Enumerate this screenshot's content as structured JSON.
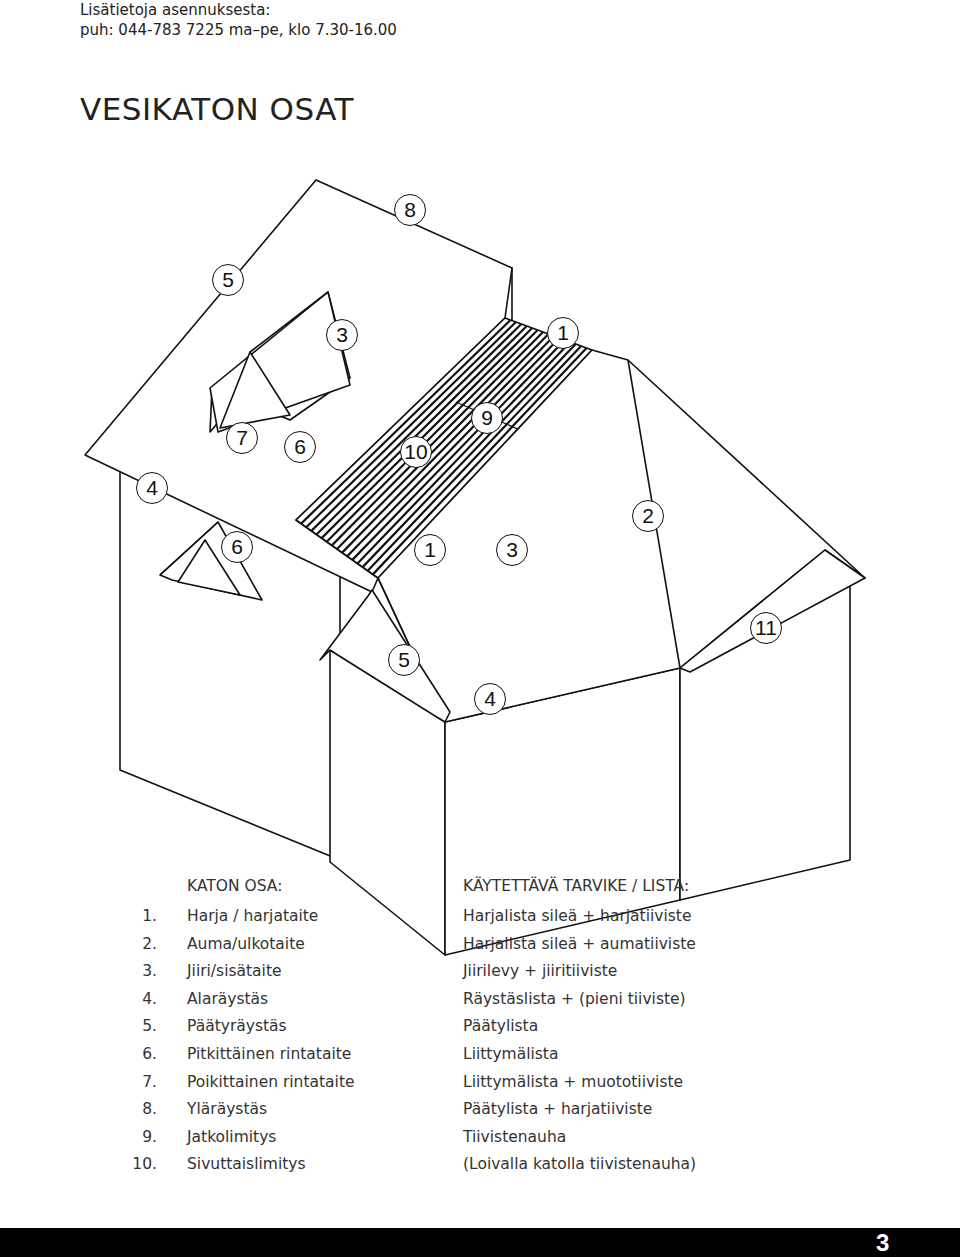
{
  "diagram": {
    "title": "VESIKATON OSAT",
    "labels": [
      "Lisätietoja asennuksesta:",
      "puh: 044-783 7225 ma–pe, klo 7.30-16.00",
      "8",
      "5",
      "3",
      "1",
      "7",
      "6",
      "9",
      "10",
      "4",
      "6",
      "2",
      "1",
      "3",
      "11",
      "5",
      "4",
      "KATON OSA:",
      "KÄYTETTÄVÄ TARVIKE / LISTA:",
      "1.",
      "Harja / harjataite",
      "Harjalista sileä + harjatiiviste",
      "2.",
      "Auma/ulkotaite",
      "Harjalista sileä + aumatiiviste",
      "3.",
      "Jiiri/sisätaite",
      "Jiirilevy + jiiritiiviste",
      "4.",
      "Alaräystäs",
      "Räystäslista + (pieni tiiviste)",
      "5.",
      "Päätyräystäs",
      "Päätylista",
      "6.",
      "Pitkittäinen rintataite",
      "Liittymälista",
      "7.",
      "Poikittainen rintataite",
      "Liittymälista + muototiiviste",
      "8.",
      "Yläräystäs",
      "Päätylista + harjatiiviste",
      "9.",
      "Jatkolimitys",
      "Tiivistenauha",
      "10.",
      "Sivuttaislimitys",
      "(Loivalla katolla tiivistenauha)",
      "3"
    ]
  }
}
